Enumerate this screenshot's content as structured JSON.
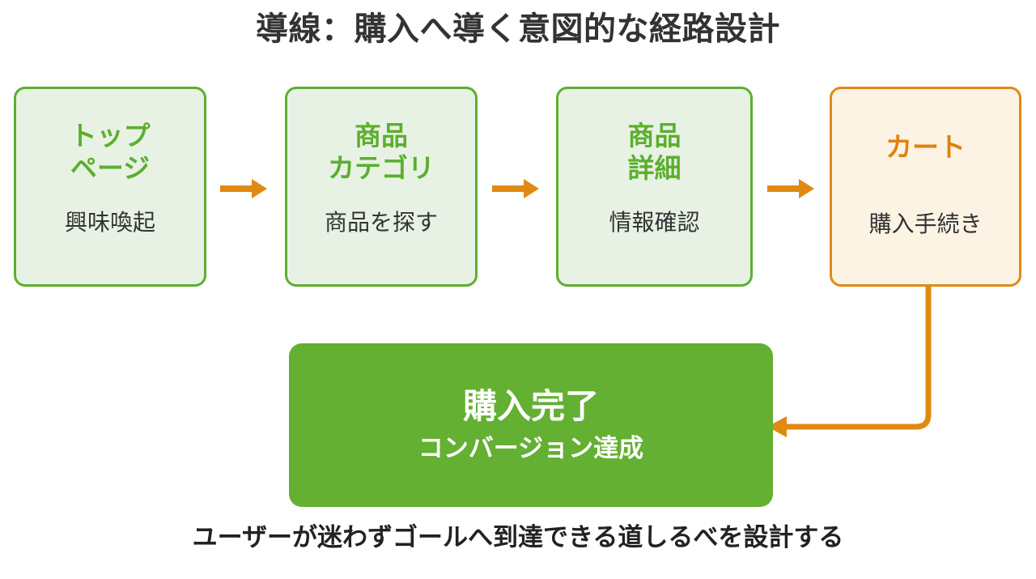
{
  "title": "導線：購入へ導く意図的な経路設計",
  "colors": {
    "green_border": "#5caf2e",
    "green_fill": "#e8f2e4",
    "green_text": "#5caf2e",
    "orange_border": "#e08a13",
    "orange_fill": "#fdf3e4",
    "orange_text": "#e0820f",
    "arrow": "#e08a13",
    "goal_fill": "#63b032",
    "goal_text": "#ffffff",
    "title_text": "#333333",
    "body_text": "#333333"
  },
  "stages": [
    {
      "title": "トップ\nページ",
      "subtitle": "興味喚起",
      "accent": "green"
    },
    {
      "title": "商品\nカテゴリ",
      "subtitle": "商品を探す",
      "accent": "green"
    },
    {
      "title": "商品\n詳細",
      "subtitle": "情報確認",
      "accent": "green"
    },
    {
      "title": "カート",
      "subtitle": "購入手続き",
      "accent": "orange"
    }
  ],
  "arrows": [
    {
      "name": "arrow-top-to-category",
      "direction": "right"
    },
    {
      "name": "arrow-category-to-detail",
      "direction": "right"
    },
    {
      "name": "arrow-detail-to-cart",
      "direction": "right"
    },
    {
      "name": "arrow-cart-to-goal",
      "direction": "elbow-down-left"
    }
  ],
  "goal": {
    "title": "購入完了",
    "subtitle": "コンバージョン達成"
  },
  "footer": "ユーザーが迷わずゴールへ到達できる道しるべを設計する"
}
